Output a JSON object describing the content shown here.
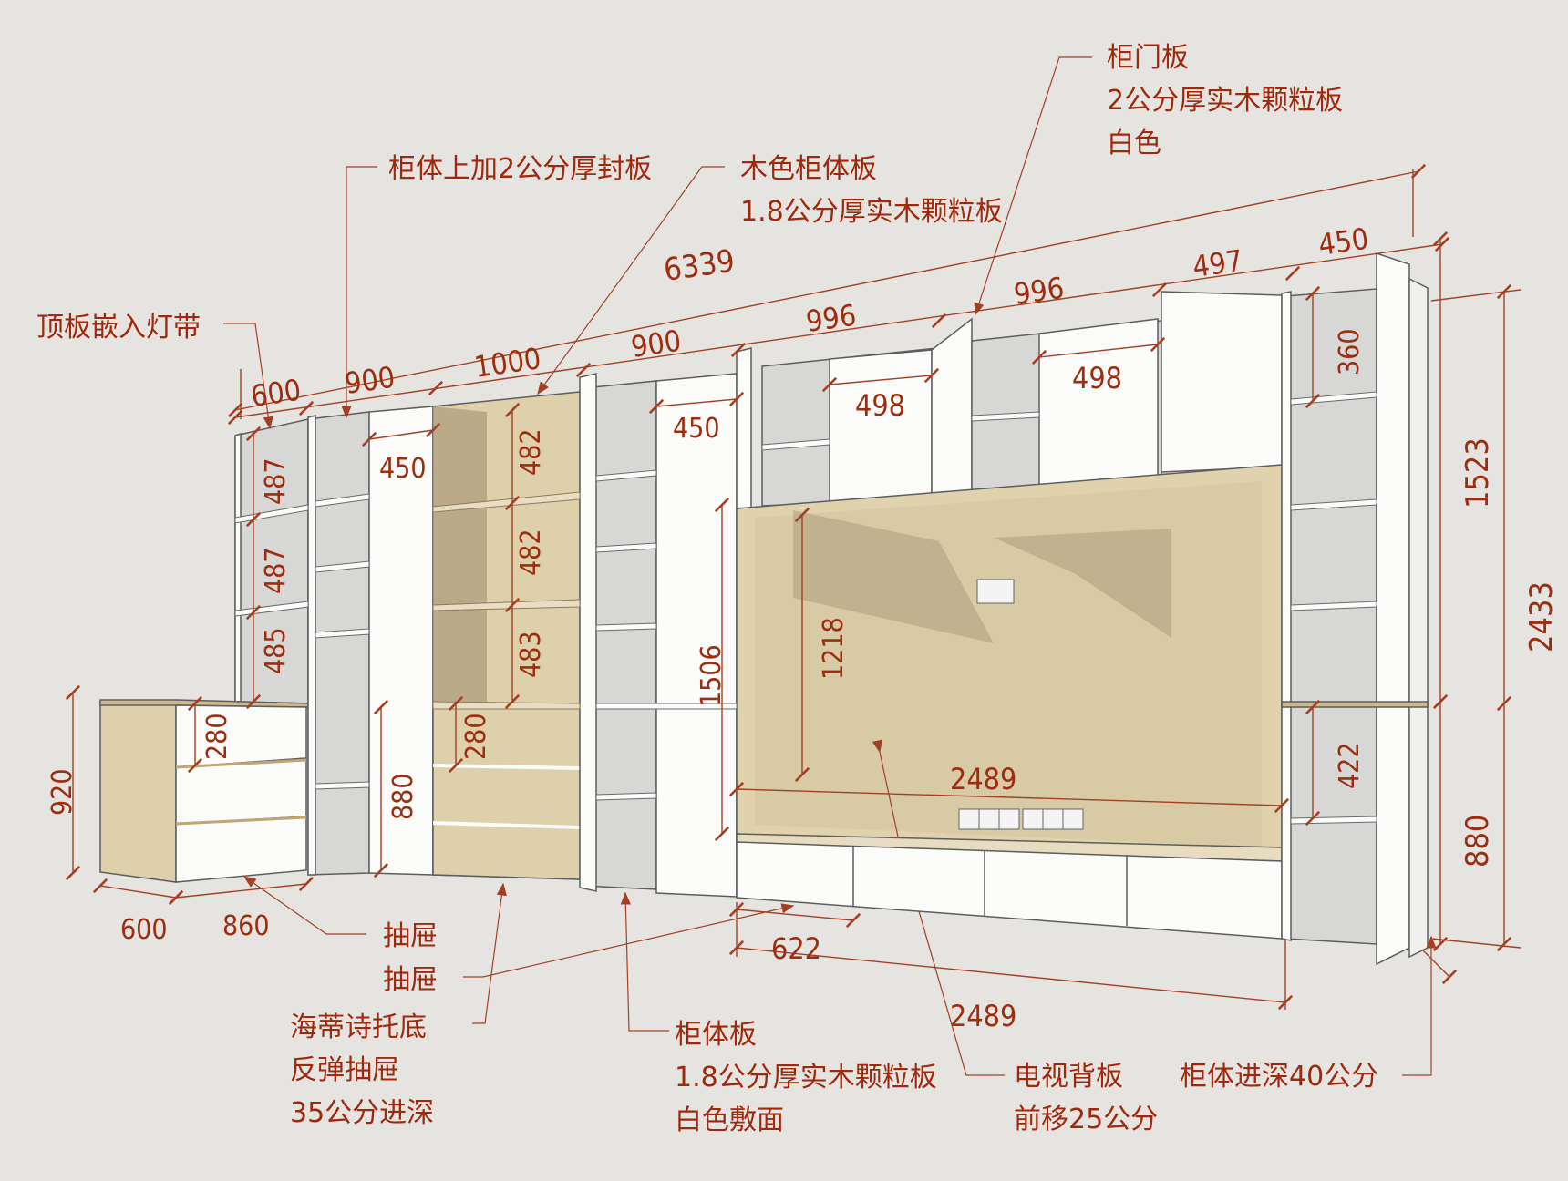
{
  "callouts": {
    "top_light_strip": [
      "顶板嵌入灯带"
    ],
    "top_cover_board": [
      "柜体上加2公分厚封板"
    ],
    "wood_cabinet_board": [
      "木色柜体板",
      "1.8公分厚实木颗粒板"
    ],
    "door_board": [
      "柜门板",
      "2公分厚实木颗粒板",
      "白色"
    ],
    "drawer_1": [
      "抽屉"
    ],
    "drawer_2": [
      "抽屉"
    ],
    "drawer_rebound": [
      "海蒂诗托底",
      "反弹抽屉",
      "35公分进深"
    ],
    "cabinet_board": [
      "柜体板",
      "1.8公分厚实木颗粒板",
      "白色敷面"
    ],
    "tv_backboard": [
      "电视背板",
      "前移25公分"
    ],
    "cabinet_depth": [
      "柜体进深40公分"
    ]
  },
  "dimensions": {
    "total_width": "6339",
    "seg_600": "600",
    "seg_900_a": "900",
    "seg_1000": "1000",
    "seg_900_b": "900",
    "seg_996_a": "996",
    "seg_996_b": "996",
    "seg_497": "497",
    "seg_450_top": "450",
    "door_450_a": "450",
    "door_450_b": "450",
    "door_498_a": "498",
    "door_498_b": "498",
    "shelf_487_a": "487",
    "shelf_487_b": "487",
    "shelf_485": "485",
    "shelf_482_a": "482",
    "shelf_482_b": "482",
    "shelf_483": "483",
    "drawer_280_a": "280",
    "drawer_280_b": "280",
    "desk_height_920": "920",
    "desk_depth_600": "600",
    "desk_width_860": "860",
    "lower_880_left": "880",
    "tall_1506": "1506",
    "tv_1218": "1218",
    "tv_width_2489_inner": "2489",
    "tv_width_2489_bottom": "2489",
    "base_622": "622",
    "right_360": "360",
    "right_422": "422",
    "height_1523": "1523",
    "height_2433": "2433",
    "height_880_right": "880"
  },
  "colors": {
    "background": "#e5e4e0",
    "annotation": "#a0280c",
    "white_board": "#fbfbfa",
    "shelf_interior": "#d7d7d5",
    "wood": "#ddd0ab",
    "wood_shadow": "#ad9e7c",
    "tv_back": "#dfd2ad"
  }
}
